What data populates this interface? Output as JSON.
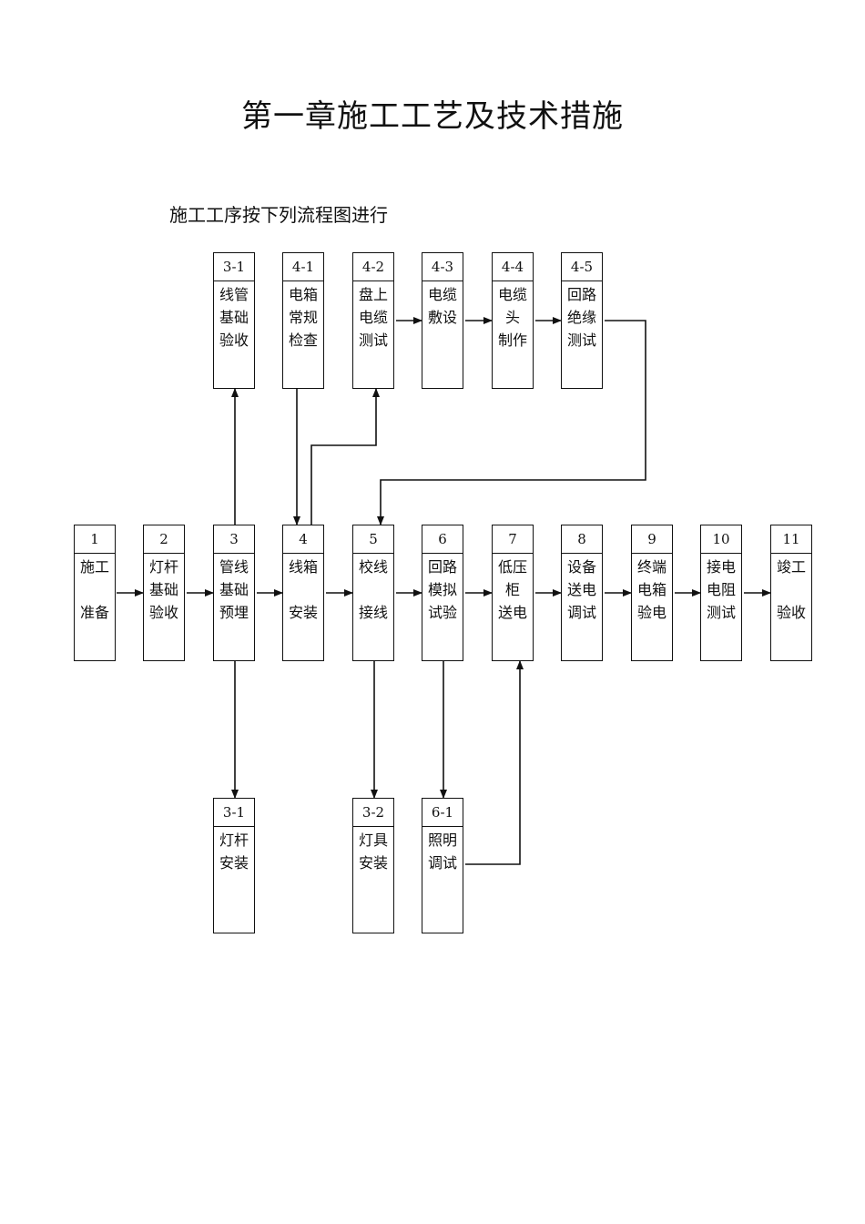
{
  "document": {
    "title": "第一章施工工艺及技术措施",
    "subtitle": "施工工序按下列流程图进行"
  },
  "flowchart": {
    "nodes": [
      {
        "id": "1",
        "lines": [
          "施工",
          "",
          "准备"
        ]
      },
      {
        "id": "2",
        "lines": [
          "灯杆",
          "基础",
          "验收"
        ]
      },
      {
        "id": "3",
        "lines": [
          "管线",
          "基础",
          "预埋"
        ]
      },
      {
        "id": "4",
        "lines": [
          "线箱",
          "",
          "安装"
        ]
      },
      {
        "id": "5",
        "lines": [
          "校线",
          "",
          "接线"
        ]
      },
      {
        "id": "6",
        "lines": [
          "回路",
          "模拟",
          "试验"
        ]
      },
      {
        "id": "7",
        "lines": [
          "低压",
          "柜",
          "送电"
        ]
      },
      {
        "id": "8",
        "lines": [
          "设备",
          "送电",
          "调试"
        ]
      },
      {
        "id": "9",
        "lines": [
          "终端",
          "电箱",
          "验电"
        ]
      },
      {
        "id": "10",
        "lines": [
          "接电",
          "电阻",
          "测试"
        ]
      },
      {
        "id": "11",
        "lines": [
          "竣工",
          "",
          "验收"
        ]
      },
      {
        "id": "3-1",
        "lines": [
          "线管",
          "基础",
          "验收"
        ]
      },
      {
        "id": "4-1",
        "lines": [
          "电箱",
          "常规",
          "检查"
        ]
      },
      {
        "id": "4-2",
        "lines": [
          "盘上",
          "电缆",
          "测试"
        ]
      },
      {
        "id": "4-3",
        "lines": [
          "电缆",
          "敷设"
        ]
      },
      {
        "id": "4-4",
        "lines": [
          "电缆",
          "头",
          "制作"
        ]
      },
      {
        "id": "4-5",
        "lines": [
          "回路",
          "绝缘",
          "测试"
        ]
      },
      {
        "id": "3-1",
        "lines": [
          "灯杆",
          "安装"
        ]
      },
      {
        "id": "3-2",
        "lines": [
          "灯具",
          "安装"
        ]
      },
      {
        "id": "6-1",
        "lines": [
          "照明",
          "调试"
        ]
      }
    ],
    "edges": [
      {
        "from": "1",
        "to": "2"
      },
      {
        "from": "2",
        "to": "3"
      },
      {
        "from": "3",
        "to": "4"
      },
      {
        "from": "4",
        "to": "5"
      },
      {
        "from": "5",
        "to": "6"
      },
      {
        "from": "6",
        "to": "7"
      },
      {
        "from": "7",
        "to": "8"
      },
      {
        "from": "8",
        "to": "9"
      },
      {
        "from": "9",
        "to": "10"
      },
      {
        "from": "10",
        "to": "11"
      },
      {
        "from": "3",
        "to": "3-1 线管基础验收"
      },
      {
        "from": "4-1",
        "to": "4"
      },
      {
        "from": "4",
        "to": "4-2"
      },
      {
        "from": "4-2",
        "to": "4-3"
      },
      {
        "from": "4-3",
        "to": "4-4"
      },
      {
        "from": "4-4",
        "to": "4-5"
      },
      {
        "from": "4-5",
        "to": "5"
      },
      {
        "from": "3",
        "to": "3-1 灯杆安装"
      },
      {
        "from": "5",
        "to": "3-2"
      },
      {
        "from": "6",
        "to": "6-1"
      },
      {
        "from": "6-1",
        "to": "7"
      }
    ]
  }
}
